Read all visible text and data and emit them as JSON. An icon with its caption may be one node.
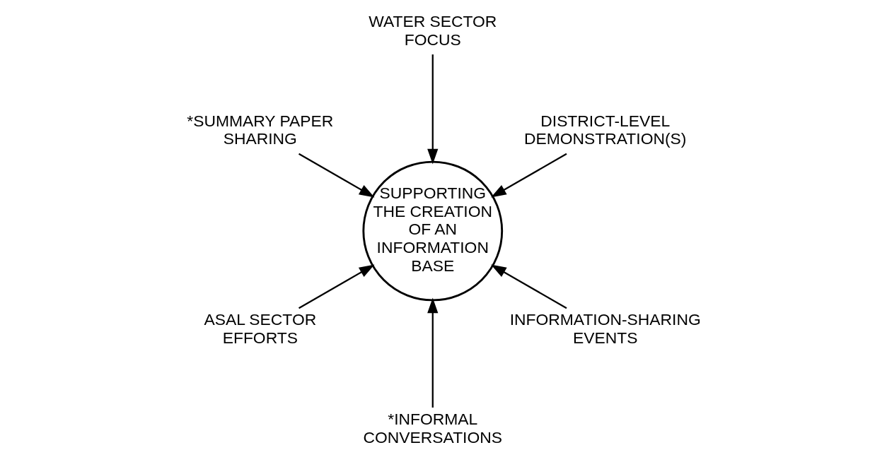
{
  "diagram": {
    "nodes": [
      {
        "text": [
          "SUPPORTING THE CREATION OF AN INFORMATION BASE"
        ]
      },
      {
        "text": [
          "DISTRICT-LEVEL DEMONSTRATION(S)"
        ]
      },
      {
        "text": [
          "WATER SECTOR FOCUS"
        ]
      },
      {
        "text": [
          "*SUMMARY PAPER SHARING"
        ]
      },
      {
        "text": [
          "ASAL SECTOR EFFORTS"
        ]
      },
      {
        "text": [
          "*INFORMAL CONVERSATIONS"
        ]
      },
      {
        "text": [
          "INFORMATION-SHARING EVENTS"
        ]
      }
    ],
    "edges": [
      {
        "from": 1,
        "to": 0,
        "arrow": "to"
      },
      {
        "from": 2,
        "to": 0,
        "arrow": "to"
      },
      {
        "from": 3,
        "to": 0,
        "arrow": "to"
      },
      {
        "from": 4,
        "to": 0,
        "arrow": "to"
      },
      {
        "from": 5,
        "to": 0,
        "arrow": "to"
      },
      {
        "from": 6,
        "to": 0,
        "arrow": "to"
      }
    ]
  }
}
